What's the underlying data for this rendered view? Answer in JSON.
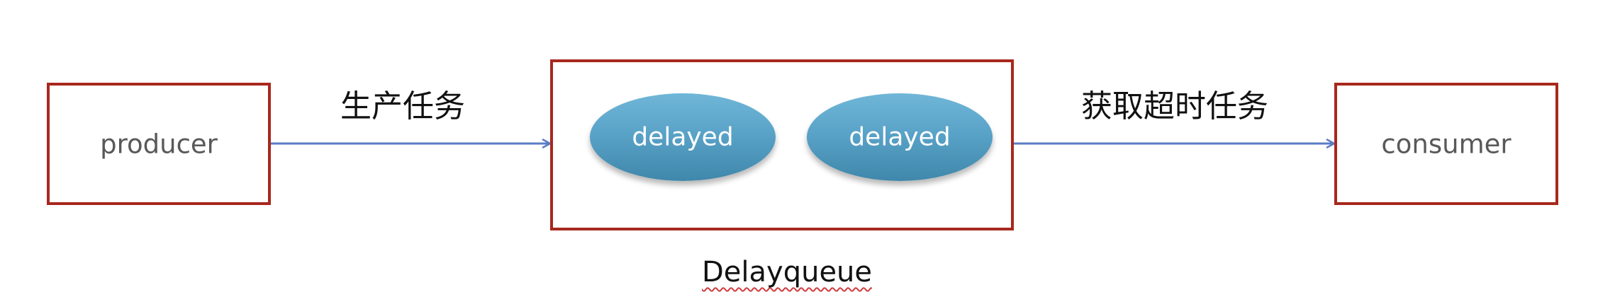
{
  "nodes": {
    "producer": {
      "label": "producer"
    },
    "queue": {
      "caption": "Delayqueue",
      "items": [
        {
          "label": "delayed"
        },
        {
          "label": "delayed"
        }
      ]
    },
    "consumer": {
      "label": "consumer"
    }
  },
  "edges": {
    "produce": {
      "label": "生产任务"
    },
    "consume": {
      "label": "获取超时任务"
    }
  },
  "colors": {
    "box_border": "#a7281e",
    "arrow": "#5b7cc4",
    "ellipse_fill": "#5aa3c8",
    "ellipse_text": "#ffffff",
    "box_text": "#595959"
  }
}
